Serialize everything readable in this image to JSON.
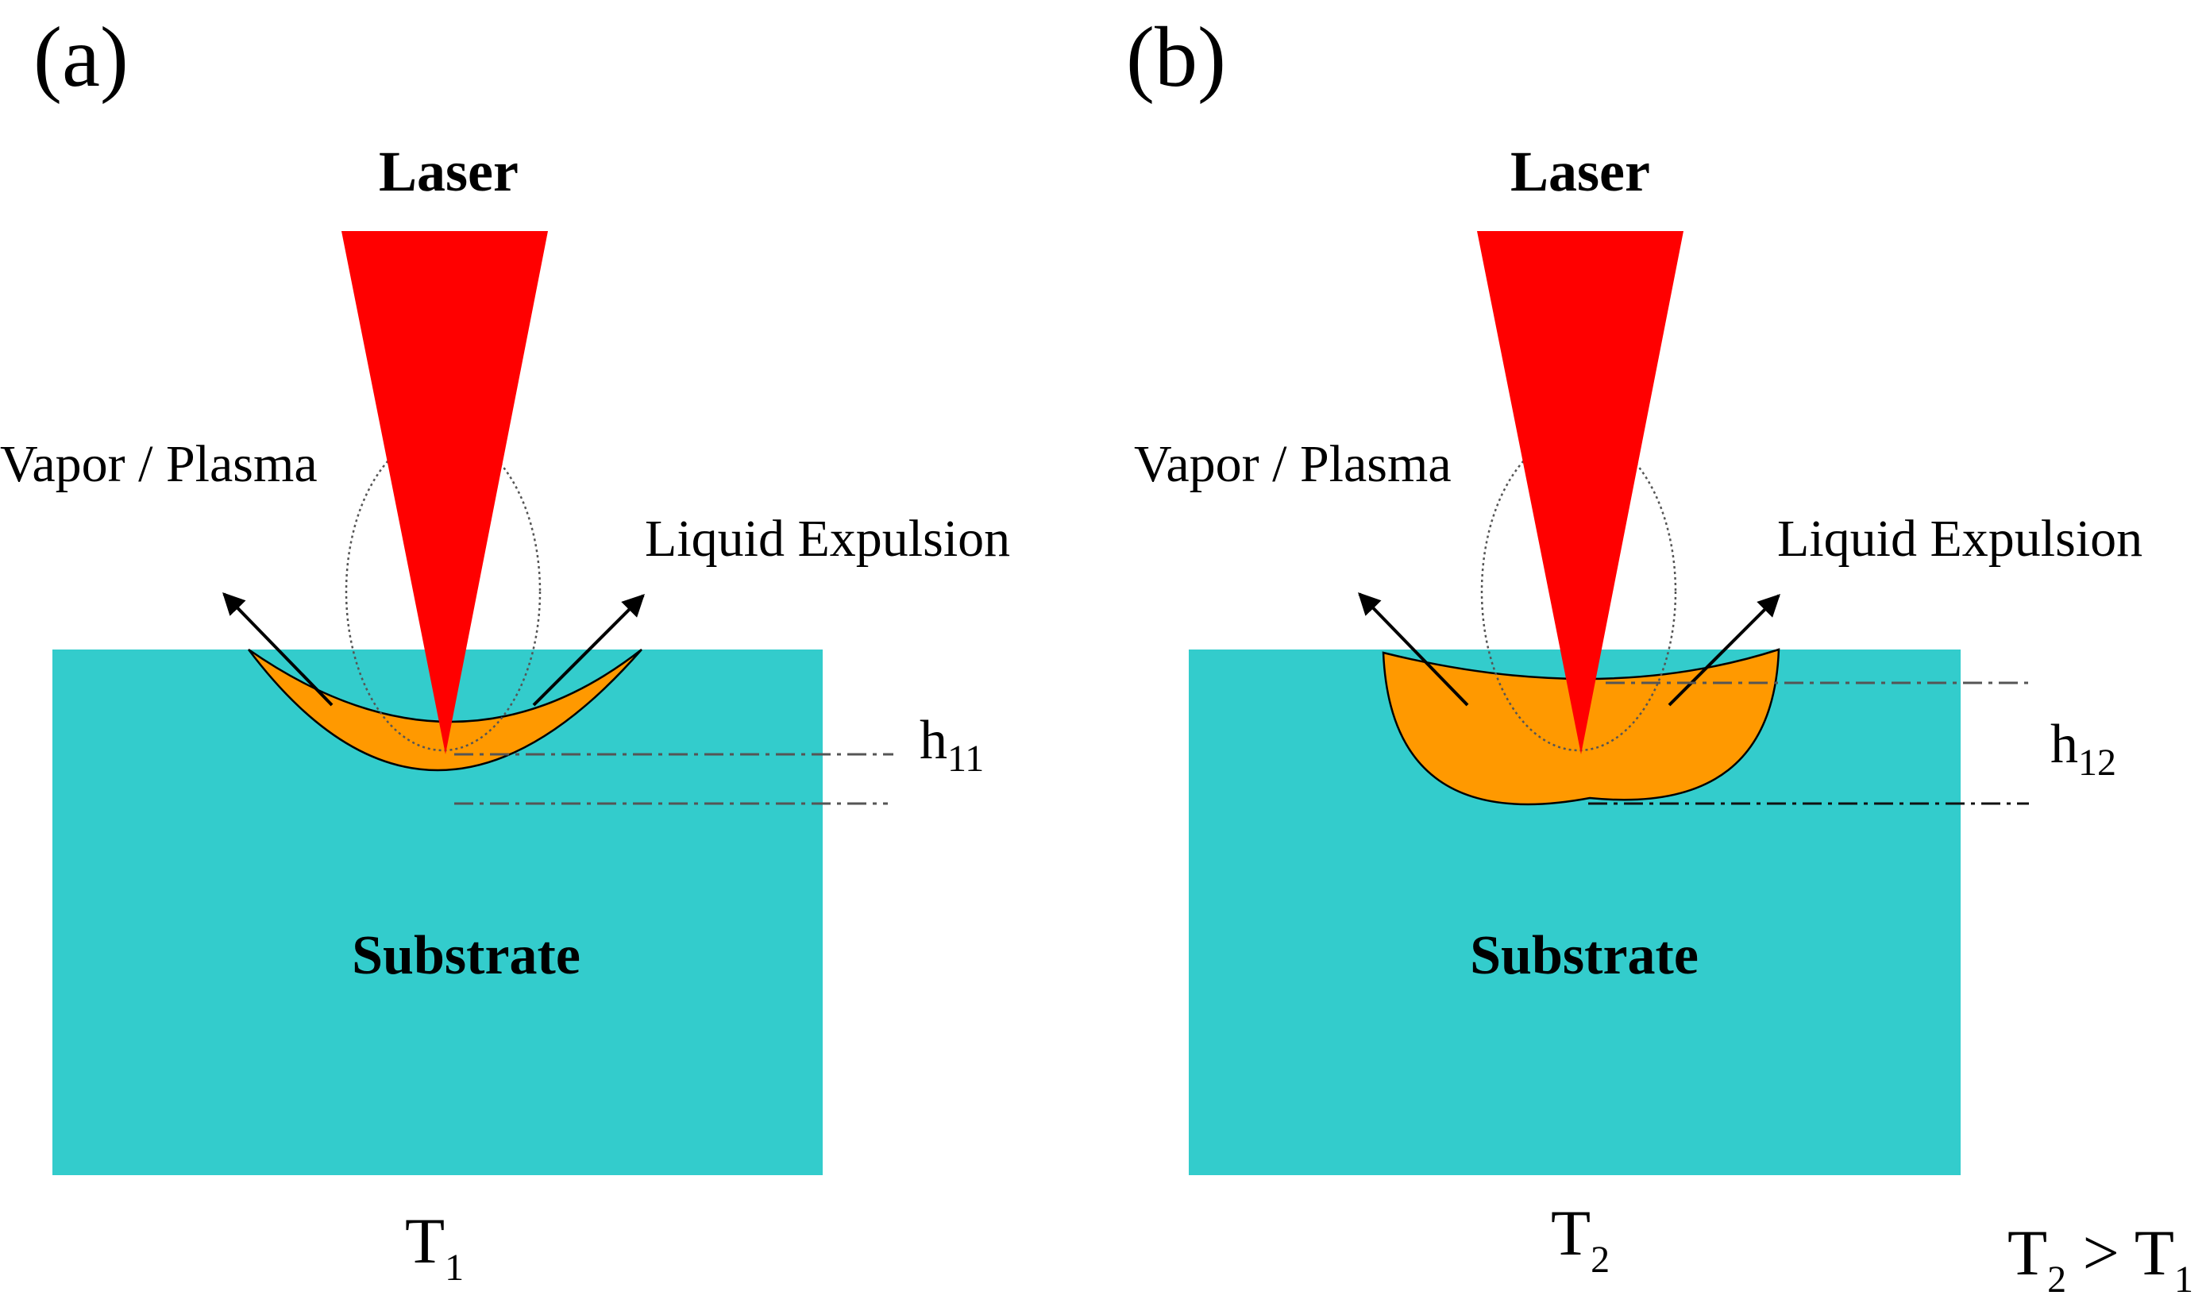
{
  "panels": [
    {
      "id": "a",
      "label": "(a)",
      "laser": "Laser",
      "vapor": "Vapor / Plasma",
      "liquid": "Liquid Expulsion",
      "substrate": "Substrate",
      "depth": {
        "base": "h",
        "sub": "11"
      },
      "temp": {
        "base": "T",
        "sub": "1"
      }
    },
    {
      "id": "b",
      "label": "(b)",
      "laser": "Laser",
      "vapor": "Vapor / Plasma",
      "liquid": "Liquid Expulsion",
      "substrate": "Substrate",
      "depth": {
        "base": "h",
        "sub": "12"
      },
      "temp": {
        "base": "T",
        "sub": "2"
      }
    }
  ],
  "comparison": {
    "left": "T",
    "left_sub": "2",
    "op": " > ",
    "right": "T",
    "right_sub": "1"
  },
  "colors": {
    "substrate": "#33CCCC",
    "laser": "#FF0000",
    "melt": "#FF9900",
    "outline": "#000000",
    "guide": "#7f7f7f"
  }
}
